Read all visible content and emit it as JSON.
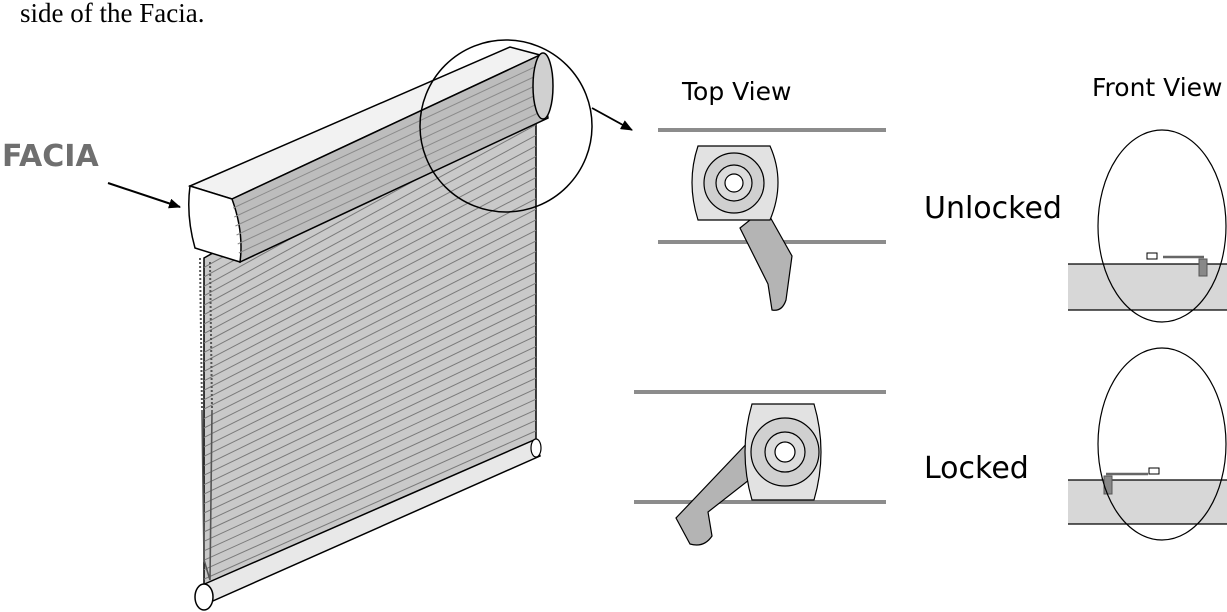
{
  "intro_text": "side of the Facia.",
  "labels": {
    "facia": "FACIA",
    "top_view": "Top View",
    "front_view": "Front View",
    "unlocked": "Unlocked",
    "locked": "Locked"
  },
  "colors": {
    "line": "#000000",
    "label_gray": "#6f6f6f",
    "part_fill": "#d4d4d4",
    "dark_part": "#999999",
    "rail": "#8c8c8c"
  }
}
